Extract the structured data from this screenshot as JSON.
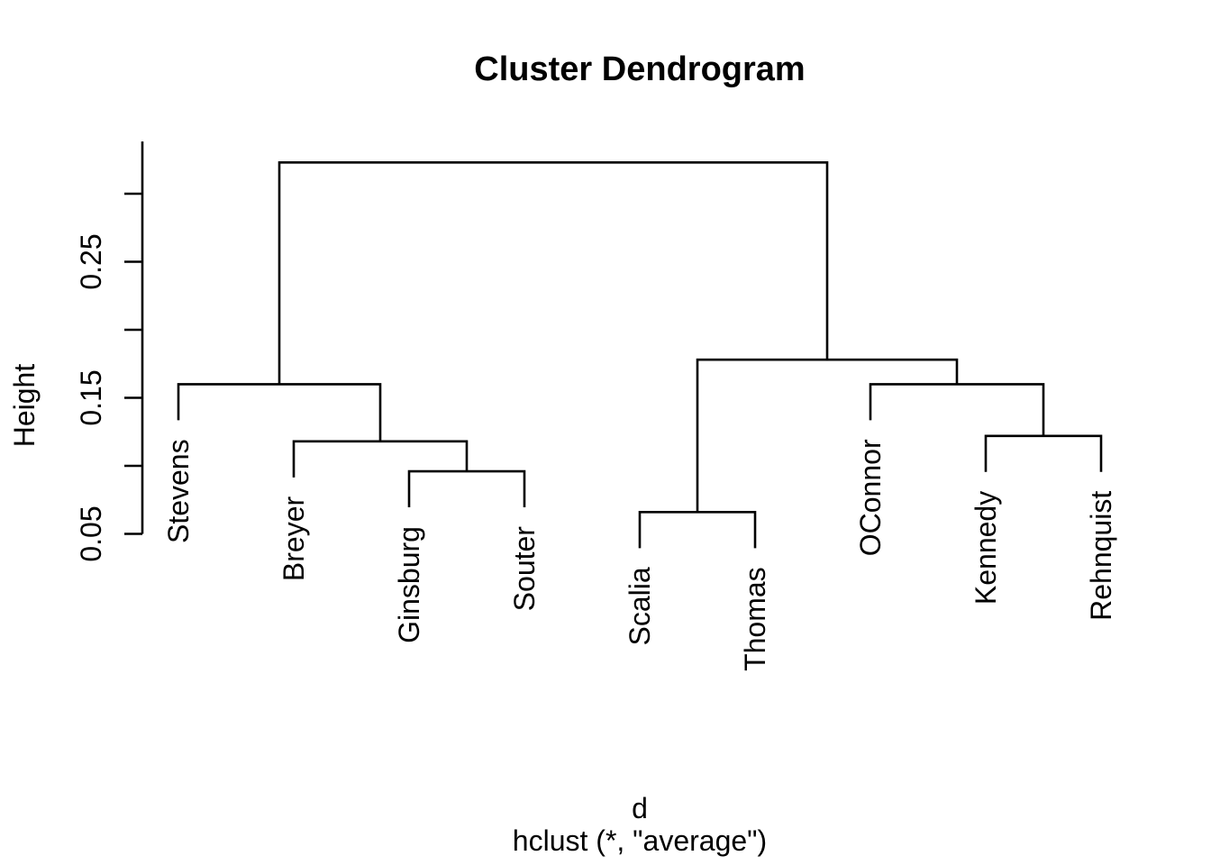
{
  "chart_data": {
    "type": "dendrogram",
    "title": "Cluster Dendrogram",
    "ylabel": "Height",
    "xlab": {
      "line1": "d",
      "line2": "hclust (*, \"average\")"
    },
    "leaves": [
      "Stevens",
      "Breyer",
      "Ginsburg",
      "Souter",
      "Scalia",
      "Thomas",
      "OConnor",
      "Kennedy",
      "Rehnquist"
    ],
    "merges": [
      {
        "id": "m1",
        "left": "Scalia",
        "right": "Thomas",
        "height": 0.066
      },
      {
        "id": "m2",
        "left": "Ginsburg",
        "right": "Souter",
        "height": 0.096
      },
      {
        "id": "m3",
        "left": "Breyer",
        "right": "m2",
        "height": 0.118
      },
      {
        "id": "m4",
        "left": "Kennedy",
        "right": "Rehnquist",
        "height": 0.122
      },
      {
        "id": "m5",
        "left": "Stevens",
        "right": "m3",
        "height": 0.16
      },
      {
        "id": "m6",
        "left": "OConnor",
        "right": "m4",
        "height": 0.16
      },
      {
        "id": "m7",
        "left": "m1",
        "right": "m6",
        "height": 0.178
      },
      {
        "id": "m8",
        "left": "m5",
        "right": "m7",
        "height": 0.323
      }
    ],
    "yaxis": {
      "side": "left",
      "ticks": [
        {
          "value": 0.05,
          "label": "0.05"
        },
        {
          "value": 0.1,
          "label": ""
        },
        {
          "value": 0.15,
          "label": "0.15"
        },
        {
          "value": 0.2,
          "label": ""
        },
        {
          "value": 0.25,
          "label": "0.25"
        },
        {
          "value": 0.3,
          "label": ""
        }
      ],
      "tick_range": [
        0.05,
        0.3
      ],
      "root_height": 0.323
    },
    "leaf_hang_fraction": 0.1,
    "grid": false,
    "legend": null
  },
  "colors": {
    "line": "#000000",
    "text": "#000000",
    "background": "#ffffff"
  }
}
